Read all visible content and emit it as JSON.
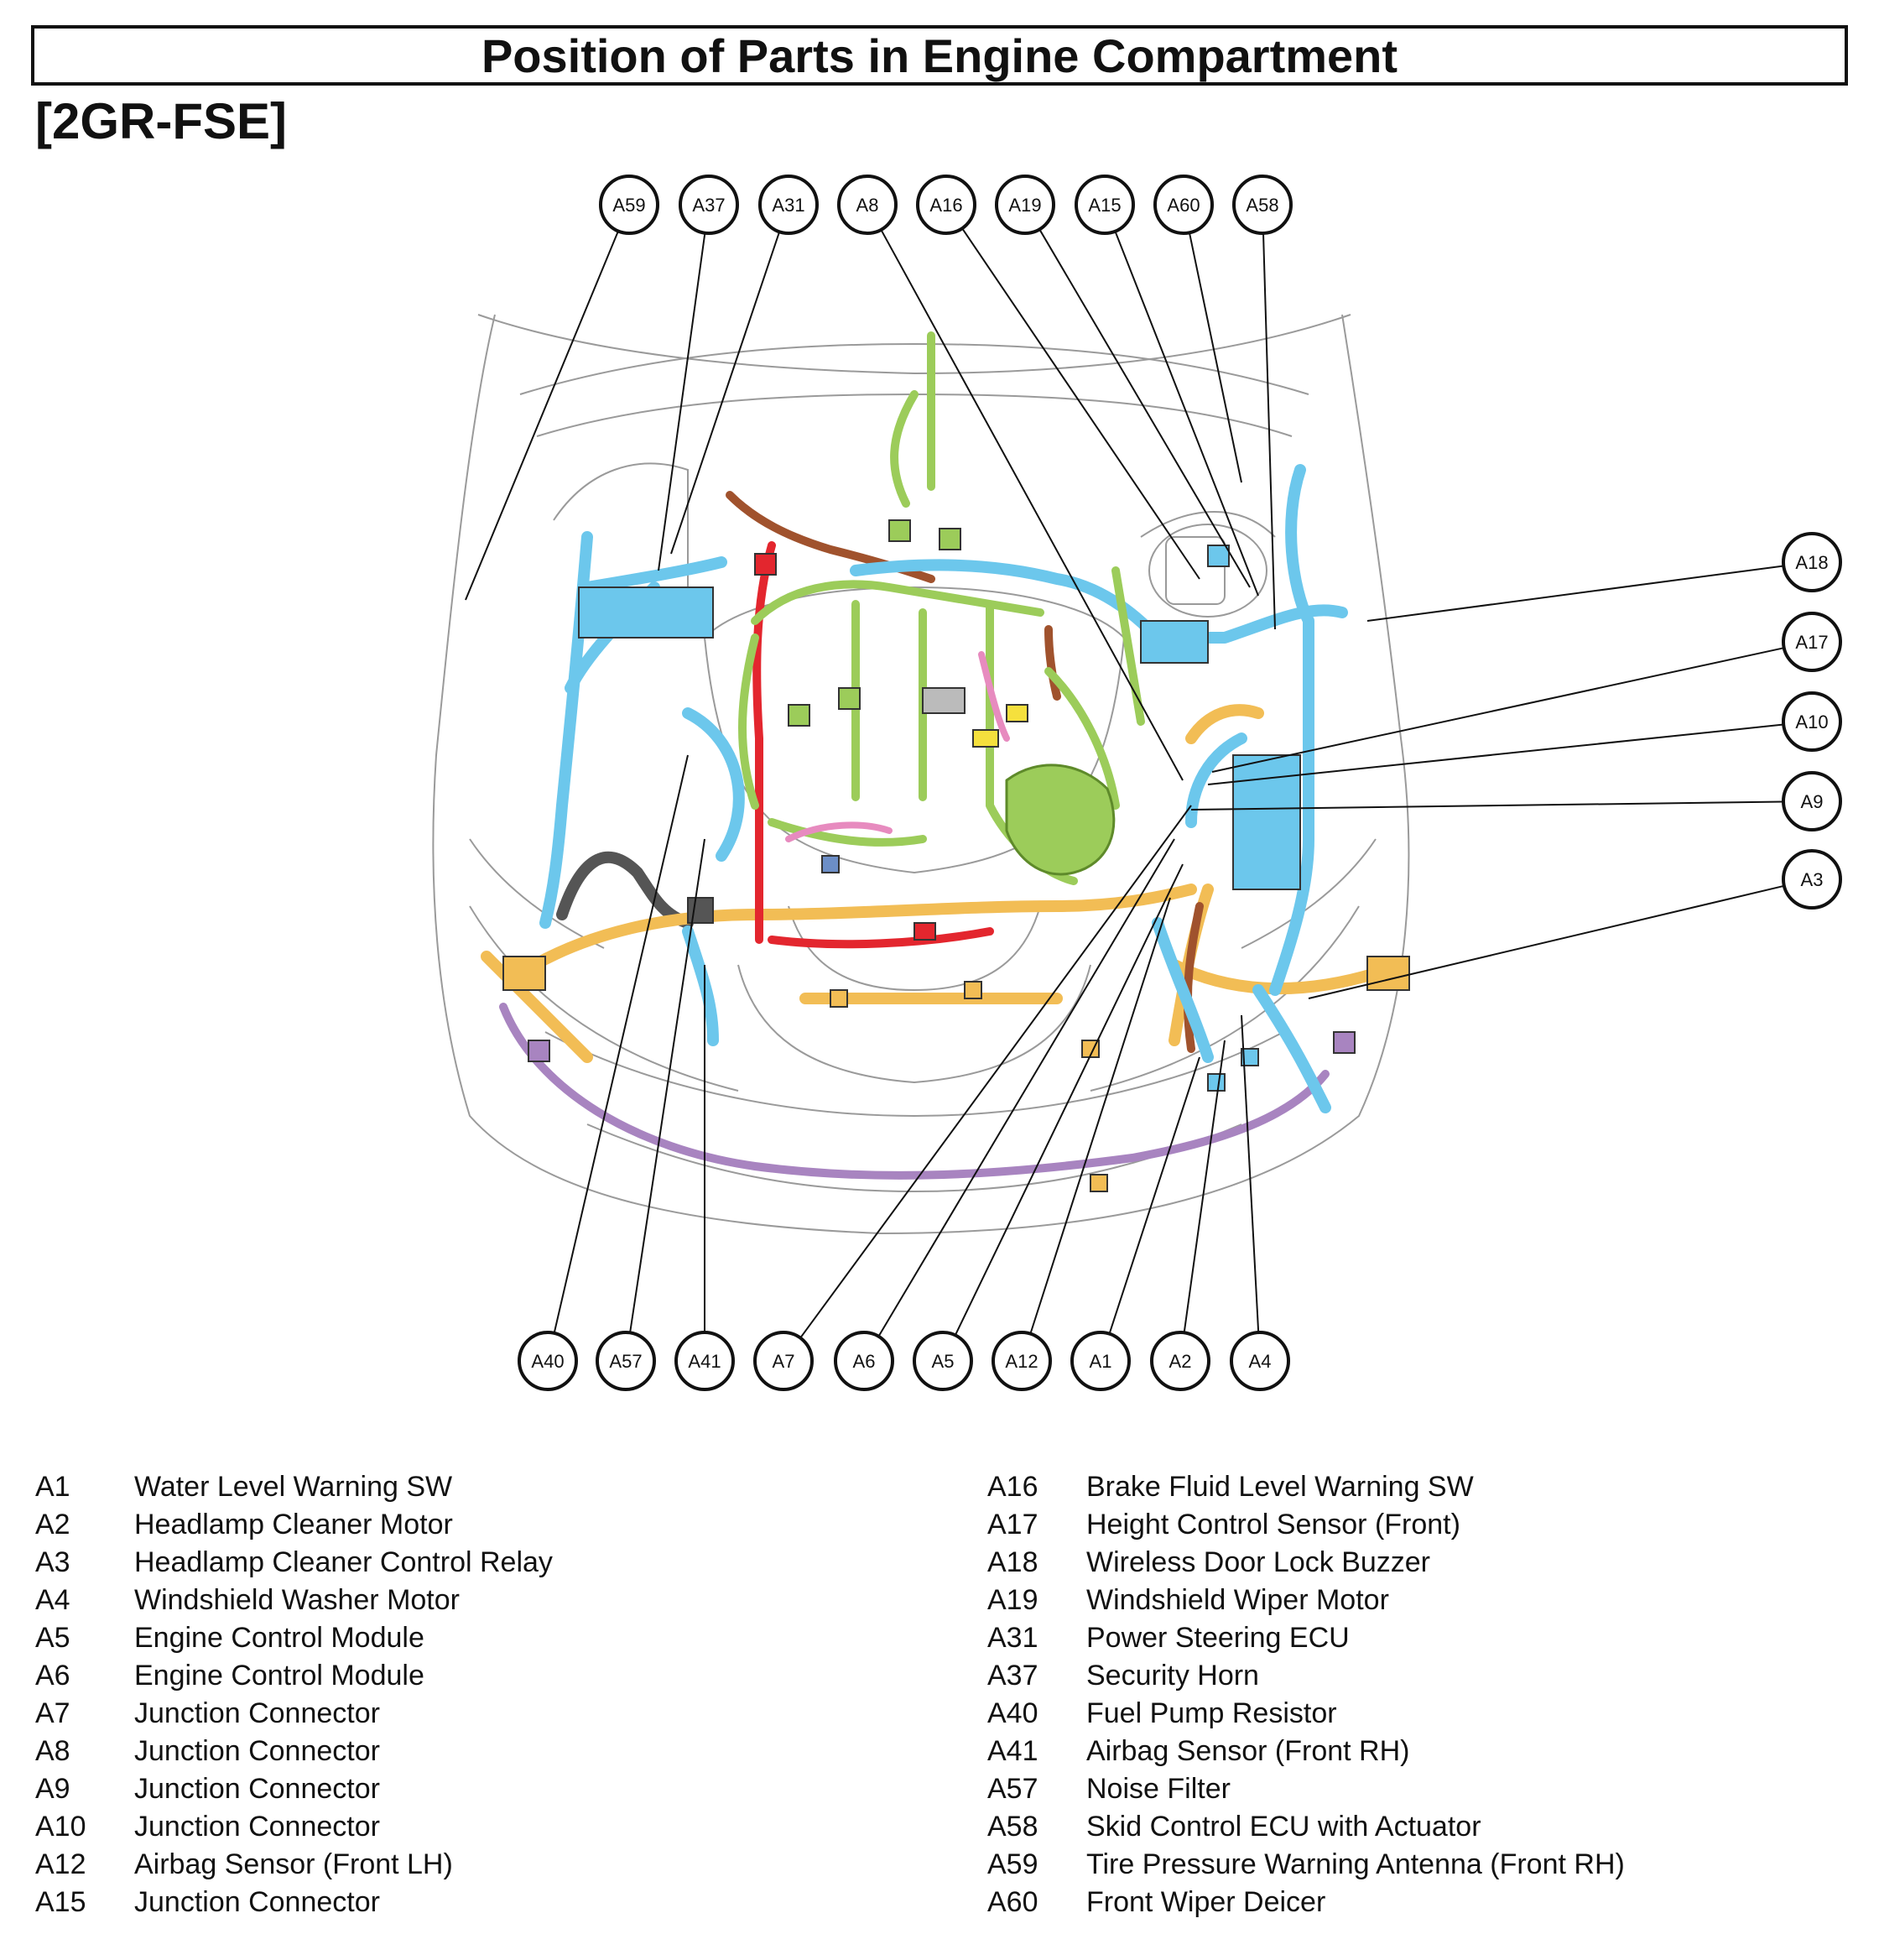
{
  "title": "Position of Parts in Engine Compartment",
  "subtitle": "[2GR-FSE]",
  "colors": {
    "blue": "#6cc7ec",
    "green": "#9ccc5a",
    "orange": "#f2bd55",
    "red": "#e3262e",
    "brown": "#a0522d",
    "purple": "#a884c0",
    "gray": "#555555",
    "pink": "#e78bbf",
    "outline": "#9a9a9a"
  },
  "callouts_top": [
    "A59",
    "A37",
    "A31",
    "A8",
    "A16",
    "A19",
    "A15",
    "A60",
    "A58"
  ],
  "callouts_right": [
    "A18",
    "A17",
    "A10",
    "A9",
    "A3"
  ],
  "callouts_bottom": [
    "A40",
    "A57",
    "A41",
    "A7",
    "A6",
    "A5",
    "A12",
    "A1",
    "A2",
    "A4"
  ],
  "legend_left": [
    {
      "code": "A1",
      "name": "Water Level Warning SW"
    },
    {
      "code": "A2",
      "name": "Headlamp Cleaner Motor"
    },
    {
      "code": "A3",
      "name": "Headlamp Cleaner Control Relay"
    },
    {
      "code": "A4",
      "name": "Windshield Washer Motor"
    },
    {
      "code": "A5",
      "name": "Engine Control Module"
    },
    {
      "code": "A6",
      "name": "Engine Control Module"
    },
    {
      "code": "A7",
      "name": "Junction Connector"
    },
    {
      "code": "A8",
      "name": "Junction Connector"
    },
    {
      "code": "A9",
      "name": "Junction Connector"
    },
    {
      "code": "A10",
      "name": "Junction Connector"
    },
    {
      "code": "A12",
      "name": "Airbag Sensor (Front LH)"
    },
    {
      "code": "A15",
      "name": "Junction Connector"
    }
  ],
  "legend_right": [
    {
      "code": "A16",
      "name": "Brake Fluid Level Warning SW"
    },
    {
      "code": "A17",
      "name": "Height Control Sensor (Front)"
    },
    {
      "code": "A18",
      "name": "Wireless Door Lock Buzzer"
    },
    {
      "code": "A19",
      "name": "Windshield Wiper Motor"
    },
    {
      "code": "A31",
      "name": "Power Steering ECU"
    },
    {
      "code": "A37",
      "name": "Security Horn"
    },
    {
      "code": "A40",
      "name": "Fuel Pump Resistor"
    },
    {
      "code": "A41",
      "name": "Airbag Sensor (Front RH)"
    },
    {
      "code": "A57",
      "name": "Noise Filter"
    },
    {
      "code": "A58",
      "name": "Skid Control ECU with Actuator"
    },
    {
      "code": "A59",
      "name": "Tire Pressure Warning Antenna (Front RH)"
    },
    {
      "code": "A60",
      "name": "Front Wiper Deicer"
    }
  ]
}
